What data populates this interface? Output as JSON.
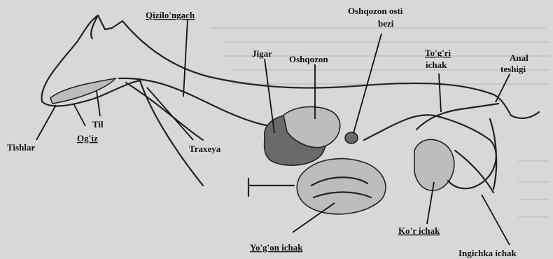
{
  "labels": {
    "qizilongach": "Qizilo'ngach",
    "oshqozon_osti_bezi_line1": "Oshqozon osti",
    "oshqozon_osti_bezi_line2": "bezi",
    "jigar": "Jigar",
    "oshqozon": "Oshqozon",
    "togri_ichak_line1": "To'g'ri",
    "togri_ichak_line2": "ichak",
    "anal_teshigi_line1": "Anal",
    "anal_teshigi_line2": "teshigi",
    "til": "Til",
    "tishlar": "Tishlar",
    "ogiz": "Og'iz",
    "traxeya": "Traxeya",
    "yogon_ichak": "Yo'g'on ichak",
    "kor_ichak": "Ko'r ichak",
    "ingichka_ichak": "Ingichka ichak"
  },
  "colors": {
    "background": "#d8d8d8",
    "ink": "#111111",
    "organ_fill": "#bdbdbd"
  }
}
